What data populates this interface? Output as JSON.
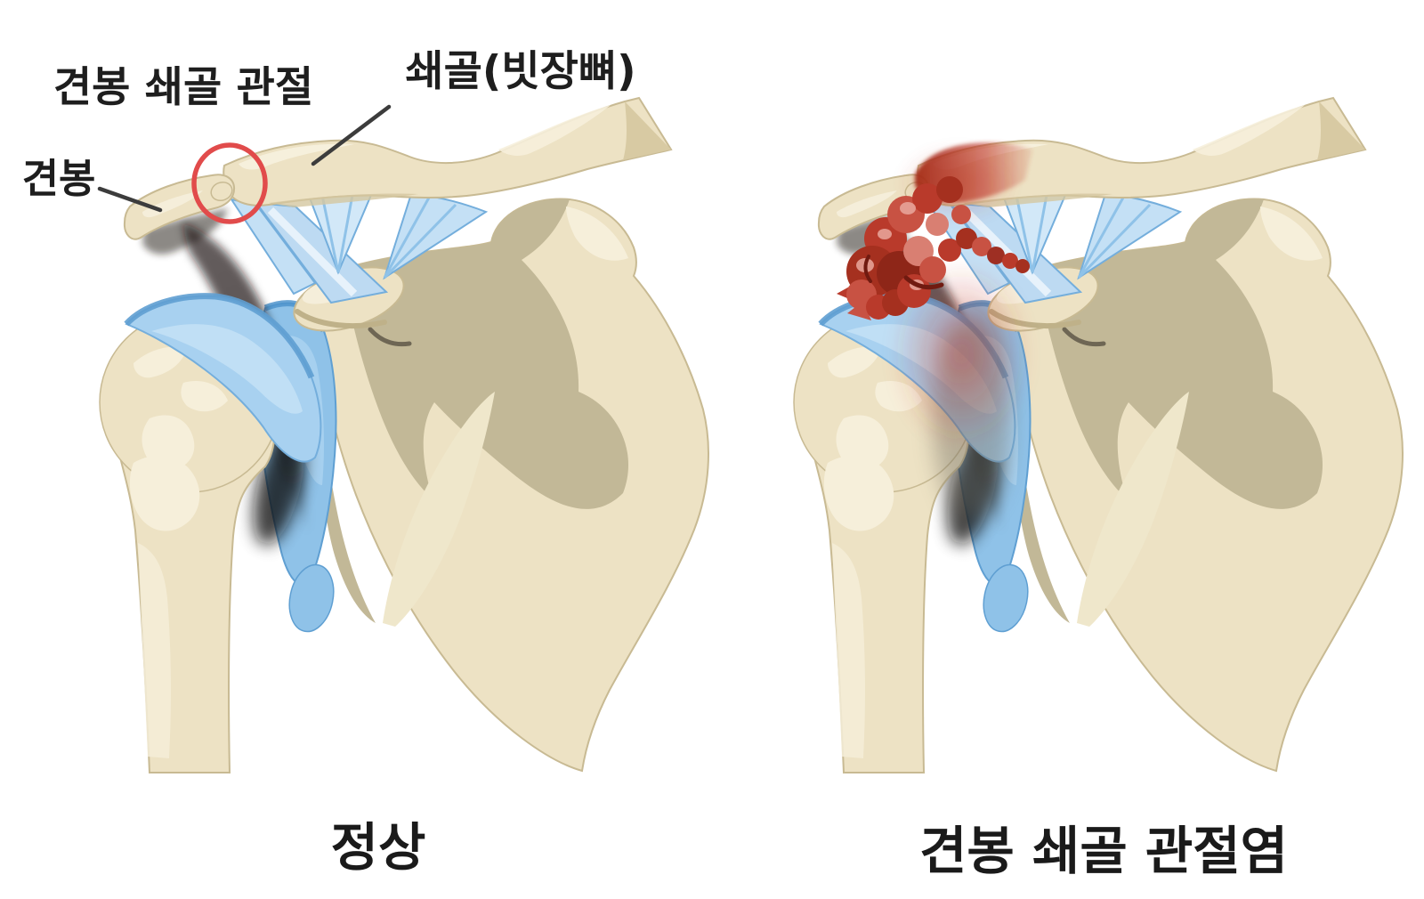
{
  "figure": {
    "type": "medical-comparison-diagram",
    "subject": "acromioclavicular joint: normal vs arthritis",
    "background": "#FFFFFF",
    "annotations": {
      "ac_joint_label": "견봉 쇄골 관절",
      "clavicle_label": "쇄골(빗장뼈)",
      "acromion_label": "견봉"
    },
    "panels": [
      {
        "id": "normal",
        "caption": "정상"
      },
      {
        "id": "arthritis",
        "caption": "견봉 쇄골 관절염"
      }
    ],
    "palette": {
      "bone_cream": "#EDE2C4",
      "bone_highlight": "#F6EFDA",
      "bone_edge": "#C8BA93",
      "scapula_tan": "#C2B897",
      "cartilage_blue": "#A8D1F0",
      "cartilage_blue_deep": "#5F9FD2",
      "ligament_blue": "#C4E0F5",
      "annotation_ring_red": "#E14B4B",
      "inflammation_red": "#B93A2B",
      "inflammation_dark": "#8E2618",
      "inflammation_light": "#D97F72",
      "shadow_black": "#181512",
      "text_color": "#1E1E1E"
    }
  }
}
